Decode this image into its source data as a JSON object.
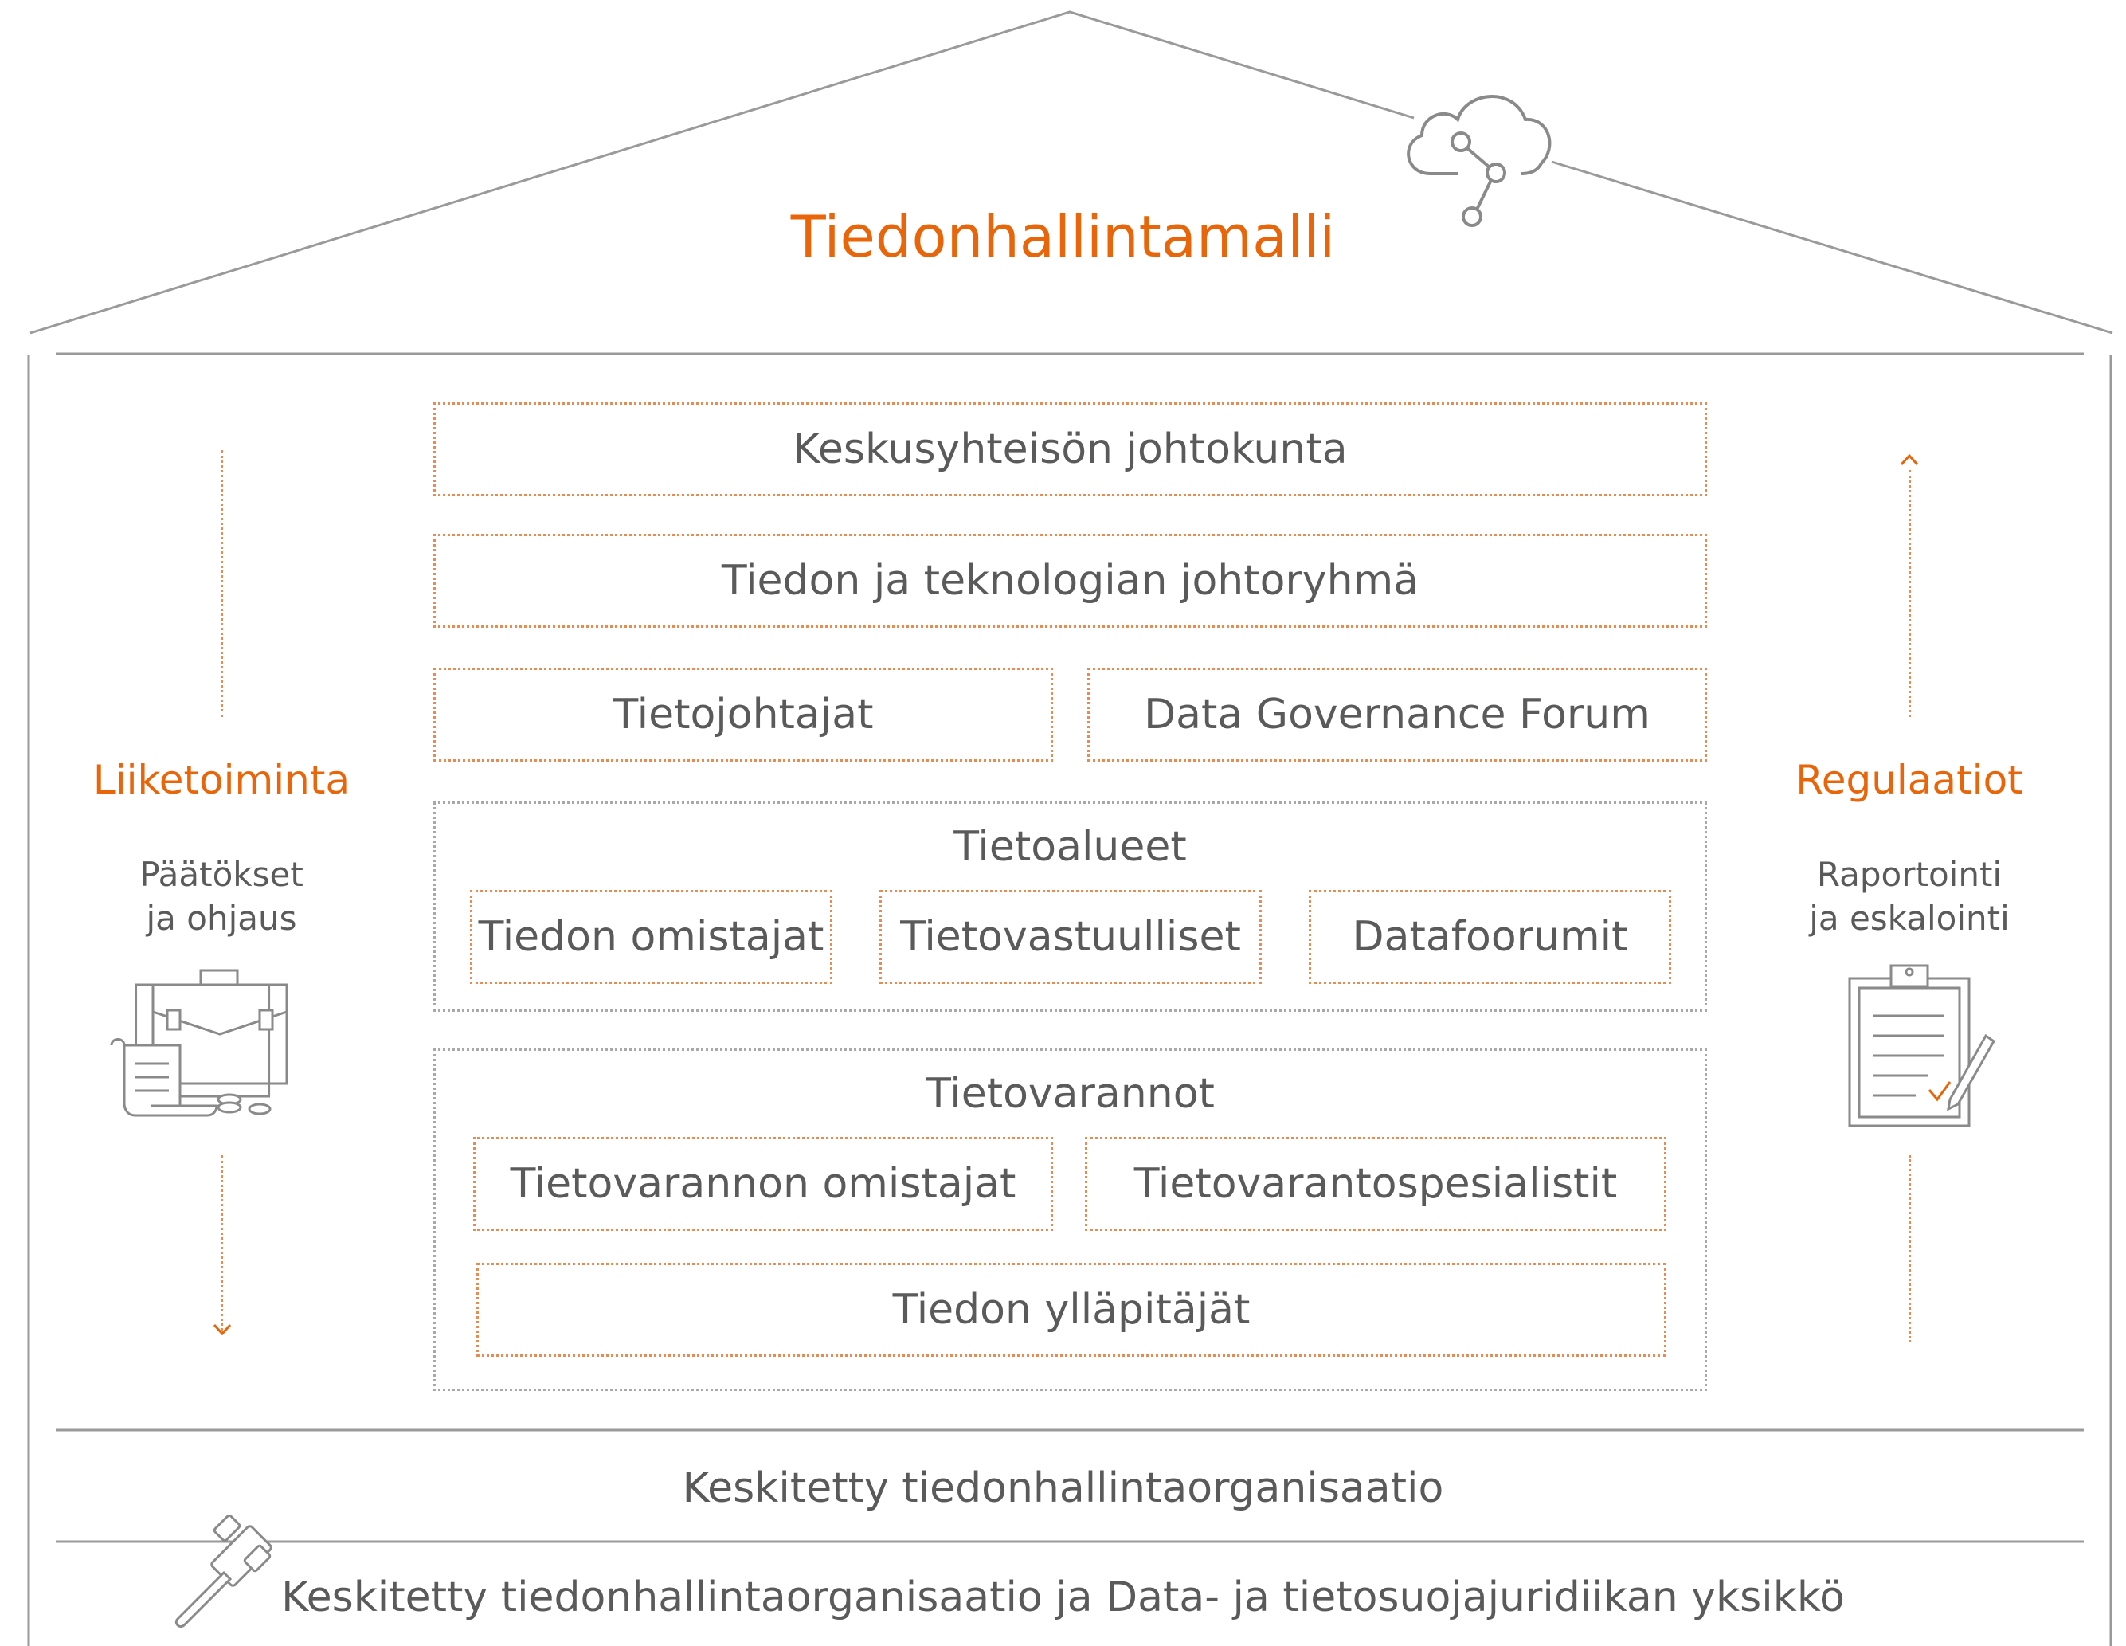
{
  "title": "Tiedonhallintamalli",
  "left": {
    "title": "Liiketoiminta",
    "sub_line1": "Päätökset",
    "sub_line2": "ja ohjaus",
    "icon": "briefcase-documents-icon"
  },
  "right": {
    "title": "Regulaatiot",
    "sub_line1": "Raportointi",
    "sub_line2": "ja eskalointi",
    "icon": "clipboard-checklist-icon"
  },
  "boxes": {
    "board": "Keskusyhteisön johtokunta",
    "steering": "Tiedon ja teknologian johtoryhmä",
    "data_leaders": "Tietojohtajat",
    "forum": "Data Governance Forum"
  },
  "domains": {
    "title": "Tietoalueet",
    "owners": "Tiedon omistajat",
    "stewards": "Tietovastuulliset",
    "forums": "Datafoorumit"
  },
  "assets": {
    "title": "Tietovarannot",
    "asset_owners": "Tietovarannon omistajat",
    "specialists": "Tietovarantospesialistit",
    "maintainers": "Tiedon ylläpitäjät"
  },
  "footer": {
    "line1": "Keskitetty tiedonhallintaorganisaatio",
    "line2": "Keskitetty tiedonhallintaorganisaatio ja Data- ja tietosuojajuridiikan yksikkö"
  },
  "colors": {
    "accent": "#e8650a",
    "dotted_border": "#e98a4f",
    "grey_border": "#a8a8a8",
    "text": "#5a5a5a",
    "frame_line": "#9a9a9a"
  }
}
